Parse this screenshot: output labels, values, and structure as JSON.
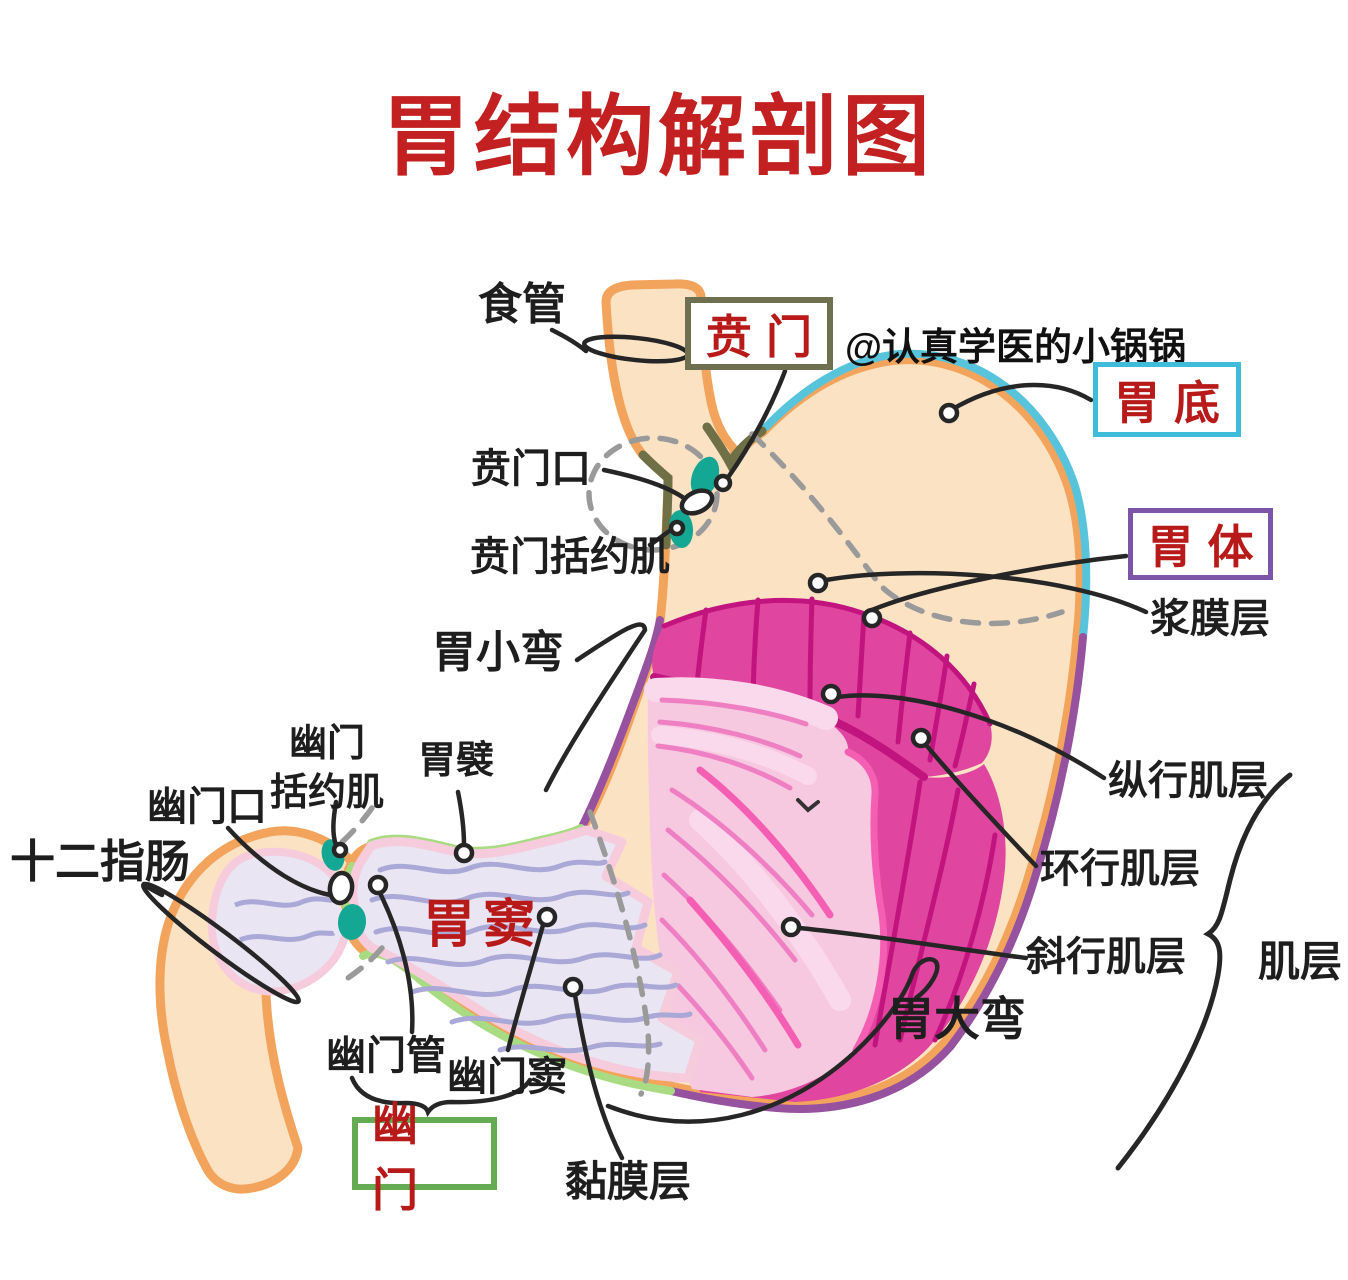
{
  "title": "胃结构解剖图",
  "watermark": "@认真学医的小锅锅",
  "boxed": {
    "cardia": "贲门",
    "fundus": "胃底",
    "body": "胃体",
    "pylorus": "幽门"
  },
  "labels": {
    "esophagus": "食管",
    "cardiac_opening": "贲门口",
    "cardiac_sphincter": "贲门括约肌",
    "serosa": "浆膜层",
    "lesser_curvature": "胃小弯",
    "pyloric_sphincter_l1": "幽门",
    "pyloric_sphincter_l2": "括约肌",
    "gastric_folds": "胃襞",
    "pyloric_opening": "幽门口",
    "duodenum": "十二指肠",
    "longitudinal_muscle": "纵行肌层",
    "circular_muscle": "环行肌层",
    "oblique_muscle": "斜行肌层",
    "muscle_layers": "肌层",
    "antrum": "胃窦",
    "greater_curvature": "胃大弯",
    "pyloric_canal": "幽门管",
    "pyloric_antrum": "幽门窦",
    "mucosa": "黏膜层"
  },
  "colors": {
    "title_red": "#c32121",
    "red_text": "#b81a1a",
    "label_black": "#1e1e1e",
    "leader": "#262626",
    "stomach_fill": "#fbe2c3",
    "outline_orange": "#f3a45c",
    "edge_cyan": "#58c4dc",
    "edge_purple": "#96519f",
    "edge_green": "#a9dc82",
    "edge_olive": "#6f7046",
    "muscle_magenta": "#e0459f",
    "muscle_dark": "#c2147f",
    "muscle_light": "#f7c9e0",
    "streak_pink": "#ef7fc3",
    "streak_bright": "#f45fb4",
    "streak_pale": "#fbd9ec",
    "mucosa_fill": "#e9e5f2",
    "mucosa_line": "#a9a8d6",
    "mucosa_rim": "#f6cbdc",
    "sphincter_teal": "#14a793",
    "dashed_gray": "#9a9a9a",
    "box_cardia": "#6e7050",
    "box_fundus": "#3fbcd9",
    "box_body": "#7d55a8",
    "box_pylorus": "#64ab51"
  }
}
